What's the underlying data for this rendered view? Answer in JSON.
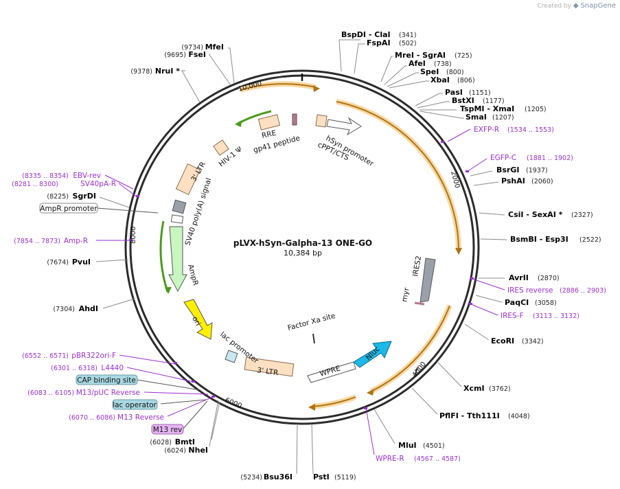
{
  "brand": {
    "created_by": "Created by",
    "app": "SnapGene"
  },
  "plasmid": {
    "name": "pLVX-hSyn-Galpha-13 ONE-GO",
    "length": "10,384 bp"
  },
  "colors": {
    "backbone": "#2b2b2b",
    "enzyme_line": "#8a8a8a",
    "primer": "#9a2fd1",
    "orange_feature": "#e9a32b",
    "orange_glow": "#f7d9a5",
    "green_feature": "#4a9a1b",
    "peach_box": "#fde0c2",
    "gray_box": "#9aa0a8",
    "nluc": "#1cb8e8",
    "ori": "#ffef00",
    "ampr": "#c8f5c0",
    "cap_box": "#a9d9e3",
    "m13rev_box": "#e6b3f3"
  },
  "map_ticks": [
    "10,000",
    "2000",
    "4000",
    "6000",
    "8000"
  ],
  "enzymes": [
    {
      "name": "BspDI - ClaI",
      "pos": "(341)"
    },
    {
      "name": "FspAI",
      "pos": "(502)"
    },
    {
      "name": "MreI - SgrAI",
      "pos": "(725)"
    },
    {
      "name": "AfeI",
      "pos": "(738)"
    },
    {
      "name": "SpeI",
      "pos": "(800)"
    },
    {
      "name": "XbaI",
      "pos": "(806)"
    },
    {
      "name": "PasI",
      "pos": "(1151)"
    },
    {
      "name": "BstXI",
      "pos": "(1177)"
    },
    {
      "name": "TspMI - XmaI",
      "pos": "(1205)"
    },
    {
      "name": "SmaI",
      "pos": "(1207)"
    },
    {
      "name": "BsrGI",
      "pos": "(1937)"
    },
    {
      "name": "PshAI",
      "pos": "(2060)"
    },
    {
      "name": "CsiI - SexAI *",
      "pos": "(2327)"
    },
    {
      "name": "BsmBI - Esp3I",
      "pos": "(2522)"
    },
    {
      "name": "AvrII",
      "pos": "(2870)"
    },
    {
      "name": "PaqCI",
      "pos": "(3058)"
    },
    {
      "name": "EcoRI",
      "pos": "(3342)"
    },
    {
      "name": "XcmI",
      "pos": "(3762)"
    },
    {
      "name": "PflFI - Tth111I",
      "pos": "(4048)"
    },
    {
      "name": "MluI",
      "pos": "(4501)"
    },
    {
      "name": "PstI",
      "pos": "(5119)"
    },
    {
      "name": "Bsu36I",
      "pos": "(5234)"
    },
    {
      "name": "NheI",
      "pos": "(6024)"
    },
    {
      "name": "BmtI",
      "pos": "(6028)"
    },
    {
      "name": "AhdI",
      "pos": "(7304)"
    },
    {
      "name": "PvuI",
      "pos": "(7674)"
    },
    {
      "name": "SgrDI",
      "pos": "(8225)"
    },
    {
      "name": "NruI *",
      "pos": "(9378)"
    },
    {
      "name": "FseI",
      "pos": "(9695)"
    },
    {
      "name": "MfeI",
      "pos": "(9734)"
    }
  ],
  "primers": [
    {
      "name": "EXFP-R",
      "range": "(1534 .. 1553)"
    },
    {
      "name": "EGFP-C",
      "range": "(1881 .. 1902)"
    },
    {
      "name": "IRES reverse",
      "range": "(2886 .. 2903)"
    },
    {
      "name": "IRES-F",
      "range": "(3113 .. 3132)"
    },
    {
      "name": "WPRE-R",
      "range": "(4567 .. 4587)"
    },
    {
      "name": "M13 Reverse",
      "range": "(6070 .. 6086)"
    },
    {
      "name": "M13/pUC Reverse",
      "range": "(6083 .. 6105)"
    },
    {
      "name": "L4440",
      "range": "(6301 .. 6318)"
    },
    {
      "name": "pBR322ori-F",
      "range": "(6552 .. 6571)"
    },
    {
      "name": "Amp-R",
      "range": "(7854 .. 7873)"
    },
    {
      "name": "SV40pA-R",
      "range": "(8281 .. 8300)"
    },
    {
      "name": "EBV-rev",
      "range": "(8335 .. 8354)"
    }
  ],
  "boxed_labels": [
    "AmpR promoter",
    "CAP binding site",
    "lac operator",
    "M13 rev"
  ],
  "features": [
    "RRE",
    "gp41 peptide",
    "HIV-1 Ψ",
    "3' LTR",
    "SV40 poly(A) signal",
    "AmpR",
    "ori",
    "lac promoter",
    "3' LTR",
    "WPRE",
    "Nluc",
    "Factor Xa site",
    "myr",
    "IRES2",
    "hSyn promoter",
    "cPPT/CTS"
  ]
}
